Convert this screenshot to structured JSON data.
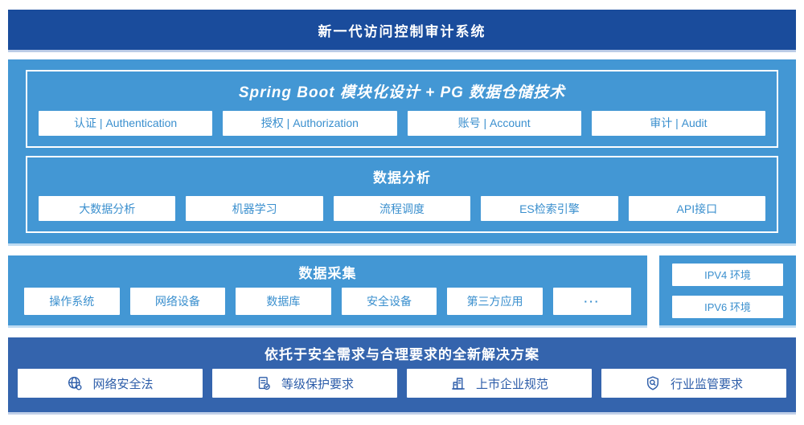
{
  "banner": {
    "title": "新一代访问控制审计系统"
  },
  "platform": {
    "spring_boot": {
      "title": "Spring Boot 模块化设计 + PG 数据仓储技术",
      "modules": [
        "认证 | Authentication",
        "授权 | Authorization",
        "账号 | Account",
        "审计 | Audit"
      ]
    },
    "analysis": {
      "title": "数据分析",
      "modules": [
        "大数据分析",
        "机器学习",
        "流程调度",
        "ES检索引擎",
        "API接口"
      ]
    }
  },
  "collection": {
    "title": "数据采集",
    "sources": [
      "操作系统",
      "网络设备",
      "数据库",
      "安全设备",
      "第三方应用",
      "···"
    ],
    "environments": [
      "IPV4 环境",
      "IPV6 环境"
    ]
  },
  "solution": {
    "title": "依托于安全需求与合理要求的全新解决方案",
    "items": [
      {
        "icon": "globe-icon",
        "label": "网络安全法"
      },
      {
        "icon": "document-check-icon",
        "label": "等级保护要求"
      },
      {
        "icon": "building-icon",
        "label": "上市企业规范"
      },
      {
        "icon": "shield-search-icon",
        "label": "行业监管要求"
      }
    ]
  },
  "colors": {
    "banner_bg": "#1a4c9c",
    "layer_bg": "#4397d4",
    "solution_bg": "#3464ad",
    "module_text": "#3a8fce",
    "solution_text": "#2d5da9"
  }
}
